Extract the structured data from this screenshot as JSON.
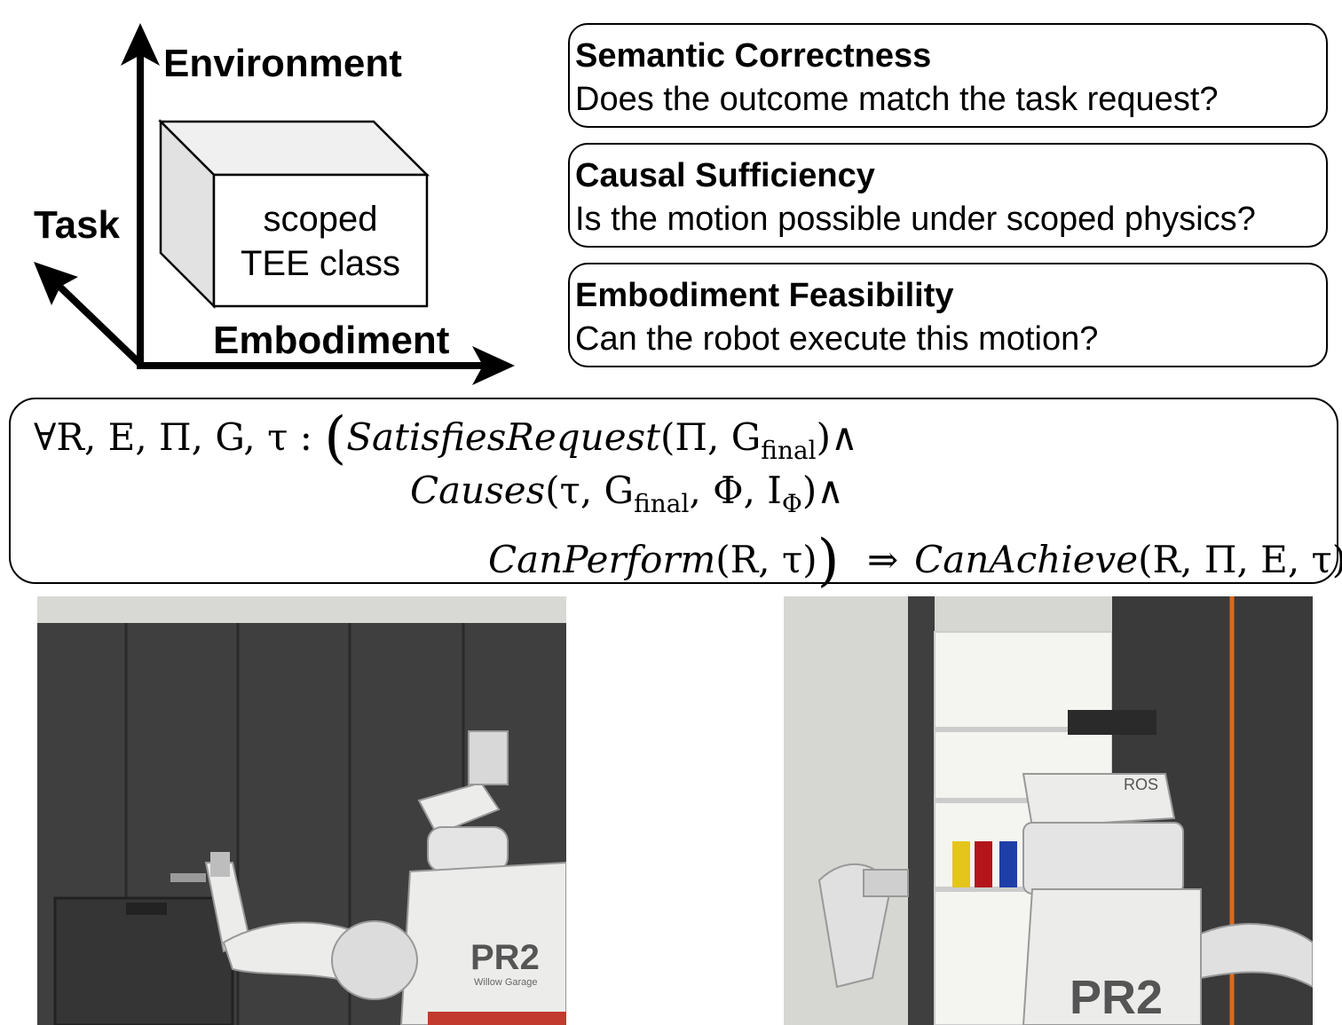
{
  "axes": {
    "vertical_label": "Environment",
    "diagonal_label": "Task",
    "horizontal_label": "Embodiment",
    "cube_line1": "scoped",
    "cube_line2": "TEE class"
  },
  "questions": [
    {
      "title": "Semantic Correctness",
      "text": "Does the outcome match the task request?"
    },
    {
      "title": "Causal Sufficiency",
      "text": "Is the motion possible under scoped physics?"
    },
    {
      "title": "Embodiment Feasibility",
      "text": "Can the robot execute this motion?"
    }
  ],
  "formula": {
    "quantifier": "∀R, E, Π, G, τ :",
    "pred1": "SatisfiesRequest",
    "args1": "(Π, G",
    "sub_final": "final",
    "close1": ")∧",
    "pred2": "Causes",
    "args2a": "(τ, G",
    "args2b": ", Φ, I",
    "sub_phi": "Φ",
    "close2": ")∧",
    "pred3": "CanPerform",
    "args3": "(R, τ)",
    "implies": "⇒",
    "pred4": "CanAchieve",
    "args4": "(R, Π, E, τ)"
  },
  "photos": {
    "left_robot_brand": "PR2",
    "left_robot_maker": "Willow Garage",
    "right_robot_brand": "PR2",
    "right_robot_sensor": "ROS"
  },
  "colors": {
    "cube_top": "#f0f0f0",
    "cube_side": "#e2e2e2",
    "cabinet_dark": "#3f3f3f",
    "wall": "#d6d6d2",
    "robot_white": "#ececea",
    "robot_gray": "#a8a8a8"
  }
}
